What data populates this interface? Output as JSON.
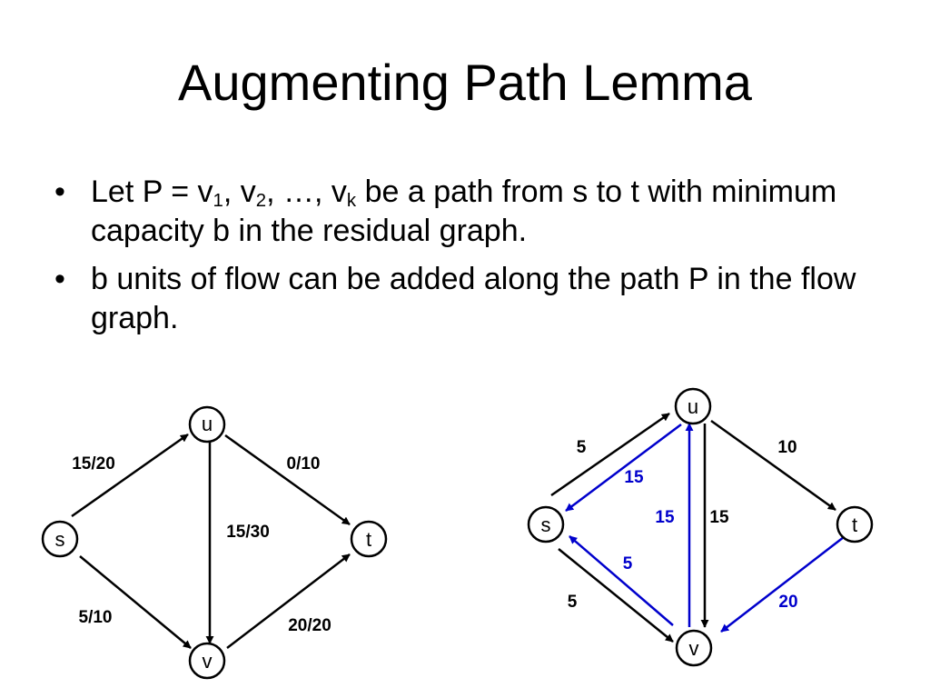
{
  "slide": {
    "title": "Augmenting Path Lemma",
    "bullet1": {
      "t1": "Let P = v",
      "s1": "1",
      "t2": ", v",
      "s2": "2",
      "t3": ", …, v",
      "s3": "k",
      "t4": " be a path from s to t with minimum capacity b in the residual graph."
    },
    "bullet2": "b units of flow can be added along the path P in the flow graph."
  },
  "flow_graph": {
    "nodes": {
      "s": "s",
      "u": "u",
      "v": "v",
      "t": "t"
    },
    "edges": [
      {
        "from": "s",
        "to": "u",
        "label": "15/20"
      },
      {
        "from": "u",
        "to": "t",
        "label": "0/10"
      },
      {
        "from": "u",
        "to": "v",
        "label": "15/30"
      },
      {
        "from": "s",
        "to": "v",
        "label": "5/10"
      },
      {
        "from": "v",
        "to": "t",
        "label": "20/20"
      }
    ]
  },
  "residual_graph": {
    "nodes": {
      "s": "s",
      "u": "u",
      "v": "v",
      "t": "t"
    },
    "edges": [
      {
        "from": "s",
        "to": "u",
        "label": "5",
        "color": "#000000"
      },
      {
        "from": "u",
        "to": "s",
        "label": "15",
        "color": "#0000cc"
      },
      {
        "from": "u",
        "to": "t",
        "label": "10",
        "color": "#000000"
      },
      {
        "from": "u",
        "to": "v",
        "label": "15",
        "color": "#000000"
      },
      {
        "from": "v",
        "to": "u",
        "label": "15",
        "color": "#0000cc"
      },
      {
        "from": "s",
        "to": "v",
        "label": "5",
        "color": "#000000"
      },
      {
        "from": "v",
        "to": "s",
        "label": "5",
        "color": "#0000cc"
      },
      {
        "from": "t",
        "to": "v",
        "label": "20",
        "color": "#0000cc"
      }
    ]
  },
  "colors": {
    "residual_reverse": "#0000cc",
    "forward": "#000000"
  }
}
